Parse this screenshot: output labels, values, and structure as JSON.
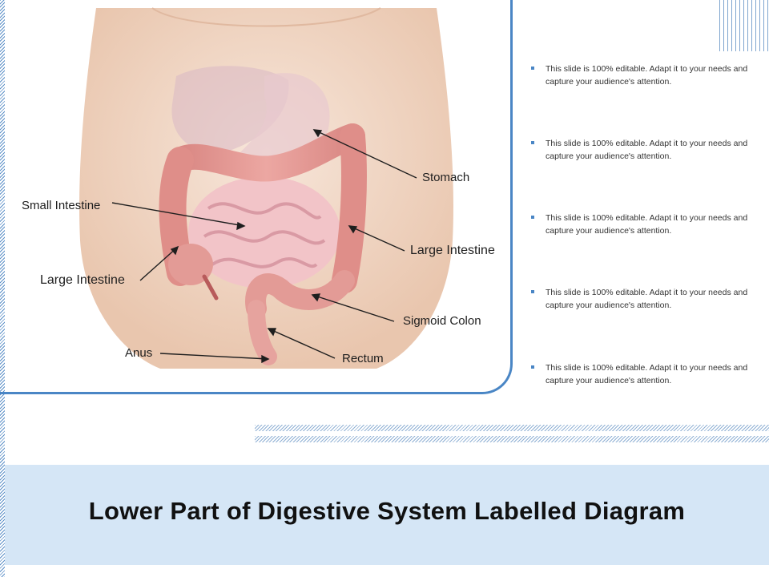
{
  "title": "Lower Part of Digestive System Labelled Diagram",
  "diagram": {
    "labels": {
      "stomach": "Stomach",
      "small_intestine": "Small Intestine",
      "large_intestine_right": "Large Intestine",
      "large_intestine_left": "Large Intestine",
      "sigmoid_colon": "Sigmoid Colon",
      "anus": "Anus",
      "rectum": "Rectum"
    }
  },
  "bullets": [
    "This slide is 100% editable. Adapt it to your needs and capture your audience's attention.",
    "This slide is 100% editable. Adapt it to your needs and capture your audience's attention.",
    "This slide is 100% editable. Adapt it to your needs and capture your audience's attention.",
    "This slide is 100% editable. Adapt it to your needs and capture your audience's attention.",
    "This slide is 100% editable. Adapt it to your needs and capture your audience's attention."
  ],
  "colors": {
    "accent": "#4a86c5",
    "title_band": "#d5e6f6",
    "skin": "#f1d9c8",
    "intestine": "#e39b96",
    "small_intestine": "#f2c4c8"
  }
}
